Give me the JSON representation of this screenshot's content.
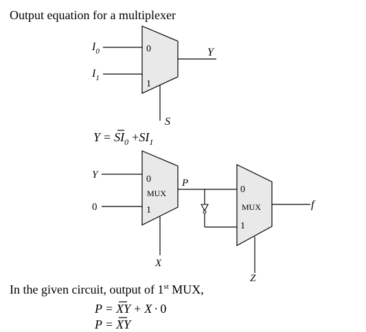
{
  "heading": "Output equation for a multiplexer",
  "mux1": {
    "in0_label": "I",
    "in0_sub": "0",
    "in1_label": "I",
    "in1_sub": "1",
    "port0": "0",
    "port1": "1",
    "output_label": "Y",
    "select_label": "S"
  },
  "equation": {
    "lhs": "Y",
    "eq": "=",
    "s_bar": "S",
    "i0": "I",
    "i0_sub": "0",
    "plus": "+",
    "s": "S",
    "i1": "I",
    "i1_sub": "1"
  },
  "circuit": {
    "mux_a": {
      "in0_label": "Y",
      "in1_label": "0",
      "port0": "0",
      "port1": "1",
      "name": "MUX",
      "select_label": "X",
      "output_label": "P"
    },
    "mux_b": {
      "port0": "0",
      "port1": "1",
      "name": "MUX",
      "select_label": "Z",
      "output_label": "f"
    }
  },
  "solution": {
    "intro_text": "In the given circuit, output of 1",
    "intro_sup": "st",
    "intro_end": " MUX,",
    "line1": {
      "lhs": "P",
      "eq": "=",
      "x_bar": "X",
      "y": "Y",
      "plus": "+",
      "x": "X",
      "dot": "·",
      "zero": "0"
    },
    "line2": {
      "lhs": "P",
      "eq": "=",
      "x_bar": "X",
      "y": "Y"
    }
  }
}
